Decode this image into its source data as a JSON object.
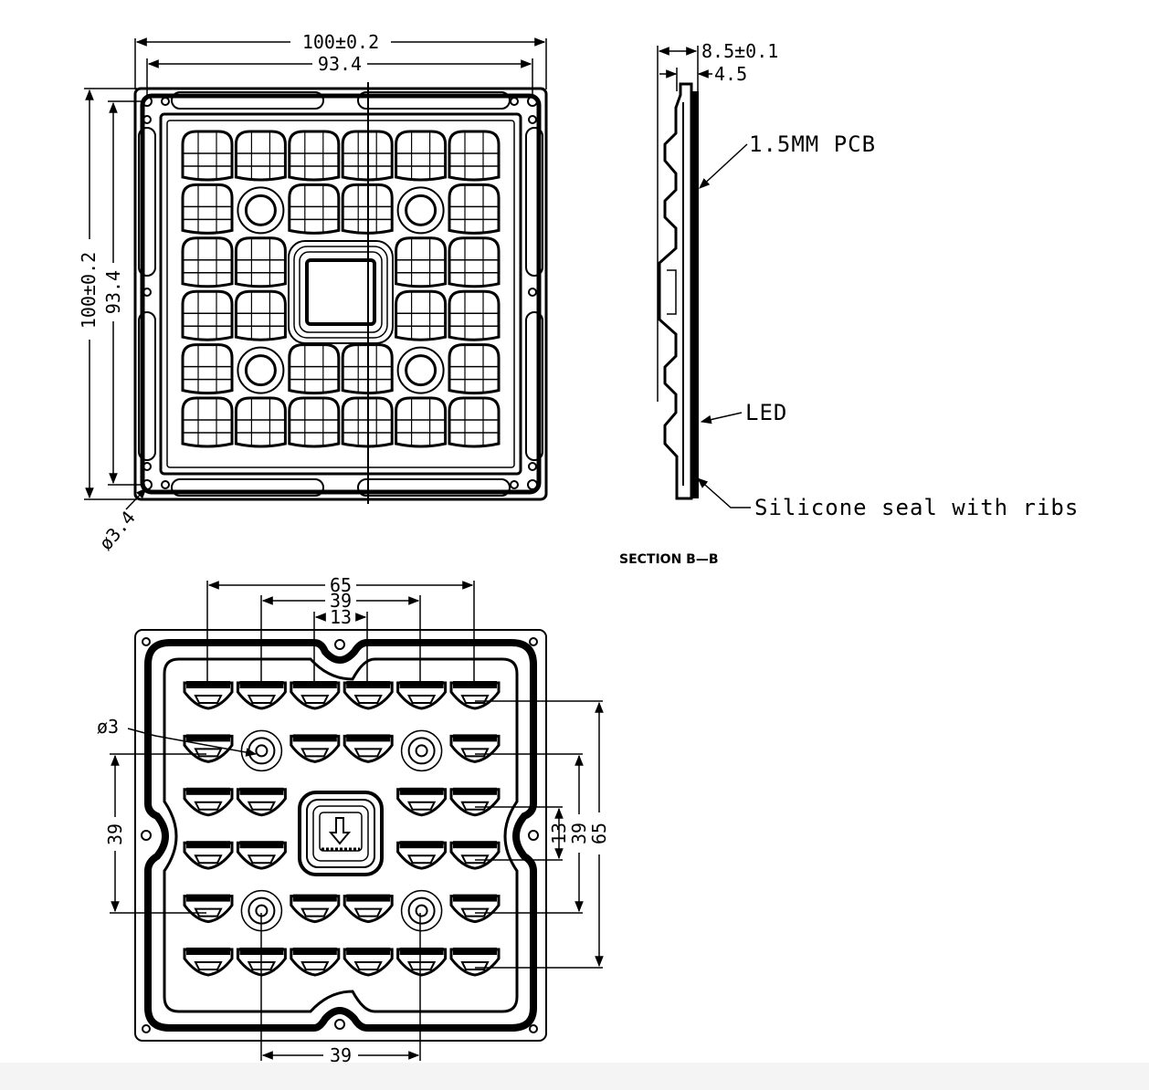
{
  "top_view": {
    "dim_width": "100±0.2",
    "dim_inner_width": "93.4",
    "dim_height": "100±0.2",
    "dim_inner_height": "93.4",
    "dim_hole": "ø3.4"
  },
  "side_view": {
    "dim_total": "8.5±0.1",
    "dim_partial": "4.5",
    "label_pcb": "1.5MM PCB",
    "label_led": "LED",
    "label_seal": "Silicone seal with ribs",
    "section_title": "SECTION B—B"
  },
  "bottom_view": {
    "dim_top_65": "65",
    "dim_top_39": "39",
    "dim_top_13": "13",
    "dim_hole": "ø3",
    "dim_left_39": "39",
    "dim_right_13": "13",
    "dim_right_39": "39",
    "dim_right_65": "65",
    "dim_bottom_39": "39"
  },
  "colors": {
    "line": "#000000",
    "background": "#ffffff",
    "bottom_bar": "#f4f4f4"
  }
}
